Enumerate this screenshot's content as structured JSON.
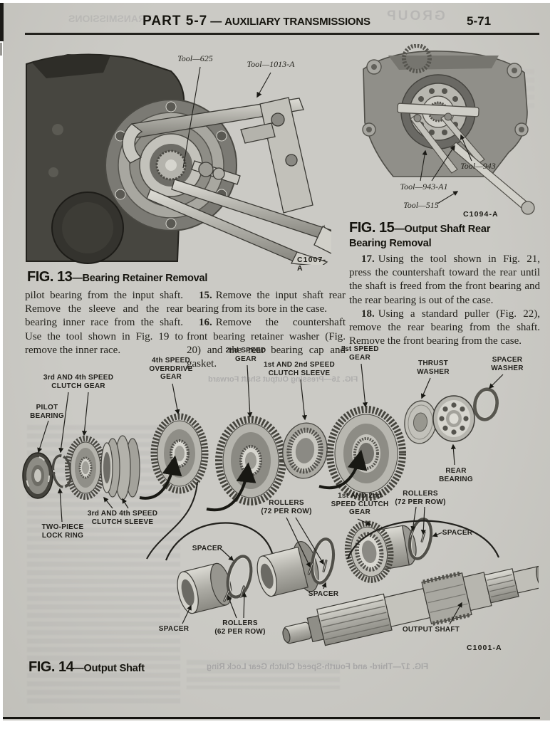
{
  "header": {
    "title_part": "PART 5-7",
    "title_dash": "—",
    "title_section": "AUXILIARY TRANSMISSIONS",
    "page_number": "5-71"
  },
  "fig13": {
    "caption_fig": "FIG. 13",
    "caption_title": "—Bearing Retainer Removal",
    "code": "C1007-A",
    "labels": {
      "tool_625": "Tool—625",
      "tool_1013a": "Tool—1013-A"
    }
  },
  "fig15": {
    "caption_fig": "FIG. 15",
    "caption_title": "—Output Shaft Rear Bearing Removal",
    "code": "C1094-A",
    "labels": {
      "tool_943": "Tool—943",
      "tool_943a1": "Tool—943-A1",
      "tool_515": "Tool—515"
    }
  },
  "fig14": {
    "caption_fig": "FIG. 14",
    "caption_title": "—Output Shaft",
    "code": "C1001-A",
    "labels": {
      "pilot_bearing": "PILOT\nBEARING",
      "clutch_gear_34": "3rd AND 4th SPEED\nCLUTCH GEAR",
      "od_gear_4": "4th SPEED\nOVERDRIVE\nGEAR",
      "gear_2": "2nd SPEED\nGEAR",
      "clutch_sleeve_12": "1st AND 2nd SPEED\nCLUTCH SLEEVE",
      "gear_1": "1st SPEED\nGEAR",
      "thrust_washer": "THRUST\nWASHER",
      "spacer_washer": "SPACER\nWASHER",
      "rear_bearing": "REAR\nBEARING",
      "two_piece_lock_ring": "TWO-PIECE\nLOCK RING",
      "clutch_sleeve_34": "3rd AND 4th SPEED\nCLUTCH SLEEVE",
      "spacer_a": "SPACER",
      "spacer_b": "SPACER",
      "rollers_62": "ROLLERS\n(62 PER ROW)",
      "rollers_72_left": "ROLLERS\n(72 PER ROW)",
      "spacer_c": "SPACER",
      "clutch_gear_12": "1st AND 2nd\nSPEED CLUTCH\nGEAR",
      "rollers_72_right": "ROLLERS\n(72 PER ROW)",
      "spacer_d": "SPACER",
      "output_shaft": "OUTPUT SHAFT"
    }
  },
  "text": {
    "continuation": "pilot bearing from the input shaft. Remove the sleeve and the rear bearing inner race from the shaft. Use the tool shown in Fig. 19 to remove the inner race.",
    "steps": [
      {
        "num": "15.",
        "body": "Remove the input shaft rear bearing from its bore in the case."
      },
      {
        "num": "16.",
        "body": "Remove the countershaft front bearing retainer washer (Fig. 20) and the rear bearing cap and gasket."
      },
      {
        "num": "17.",
        "body": "Using the tool shown in Fig. 21, press the countershaft toward the rear until the shaft is freed from the front bearing and the rear bearing is out of the case."
      },
      {
        "num": "18.",
        "body": "Using a standard puller (Fig. 22), remove the rear bearing from the shaft. Remove the front bearing from the case."
      }
    ]
  },
  "bleedthrough": {
    "header_left": "TRANSMISSIONS",
    "header_right": "GROUP",
    "fig16": "FIG. 16—Pressing Output Shaft Forward",
    "fig17": "FIG. 17—Third- and Fourth-Speed Clutch Gear Lock Ring"
  },
  "colors": {
    "paper": "#c9c8c3",
    "ink": "#1d1c19"
  }
}
